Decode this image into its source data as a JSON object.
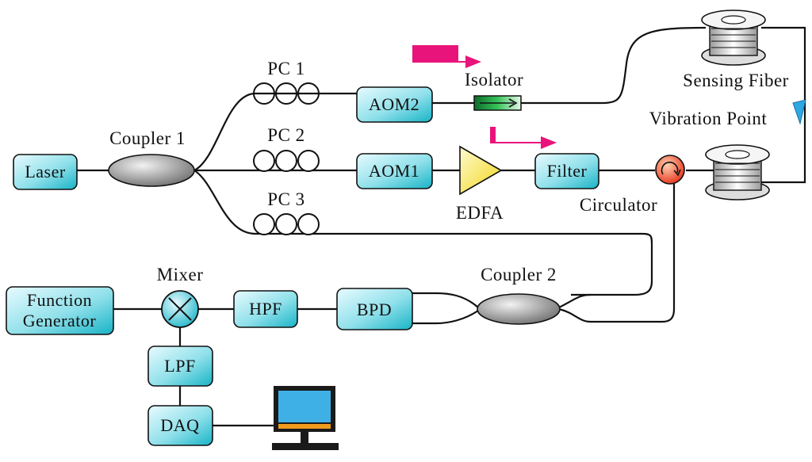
{
  "labels": {
    "laser": "Laser",
    "coupler1": "Coupler 1",
    "pc1": "PC 1",
    "pc2": "PC 2",
    "pc3": "PC 3",
    "aom2": "AOM2",
    "aom1": "AOM1",
    "isolator": "Isolator",
    "edfa": "EDFA",
    "filter": "Filter",
    "circulator": "Circulator",
    "sensing_fiber": "Sensing Fiber",
    "vibration_point": "Vibration Point",
    "function_generator_line1": "Function",
    "function_generator_line2": "Generator",
    "mixer": "Mixer",
    "hpf": "HPF",
    "bpd": "BPD",
    "coupler2": "Coupler 2",
    "lpf": "LPF",
    "daq": "DAQ"
  },
  "colors": {
    "box_light": "#e8fbff",
    "box_dark": "#17b3c6",
    "pulse": "#e8147c",
    "edfa": "#ffee55",
    "circulator": "#e8321a",
    "vibration": "#2ea8e0",
    "isolator": "#1a9a3a",
    "monitor_screen": "#3fb0e6",
    "monitor_frame": "#f09a1e"
  },
  "icons": {
    "mixer": "cross-circle-icon",
    "monitor": "computer-monitor-icon"
  }
}
